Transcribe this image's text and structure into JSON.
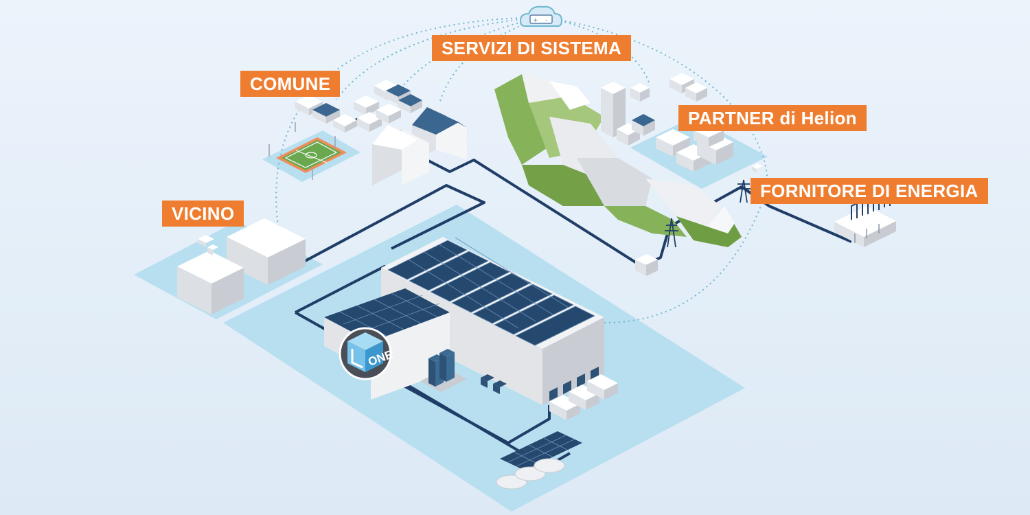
{
  "labels": {
    "comune": "COMUNE",
    "servizi": "SERVIZI DI SISTEMA",
    "partner": "PARTNER di Helion",
    "fornitore": "FORNITORE DI ENERGIA",
    "vicino": "VICINO"
  },
  "hub": {
    "text": "ONE",
    "icon": "helion-one-cube-icon"
  },
  "cloud": {
    "icon": "cloud-battery-icon",
    "plus": "+",
    "minus": "-"
  },
  "colors": {
    "label_bg": "#ef7d30",
    "label_text": "#ffffff",
    "ground": "#b7dff0",
    "grid_line": "#1f3d66",
    "solar_panel": "#25486e",
    "hub_cube": "#5ab3e2",
    "mountain_green": "#86b25a"
  }
}
